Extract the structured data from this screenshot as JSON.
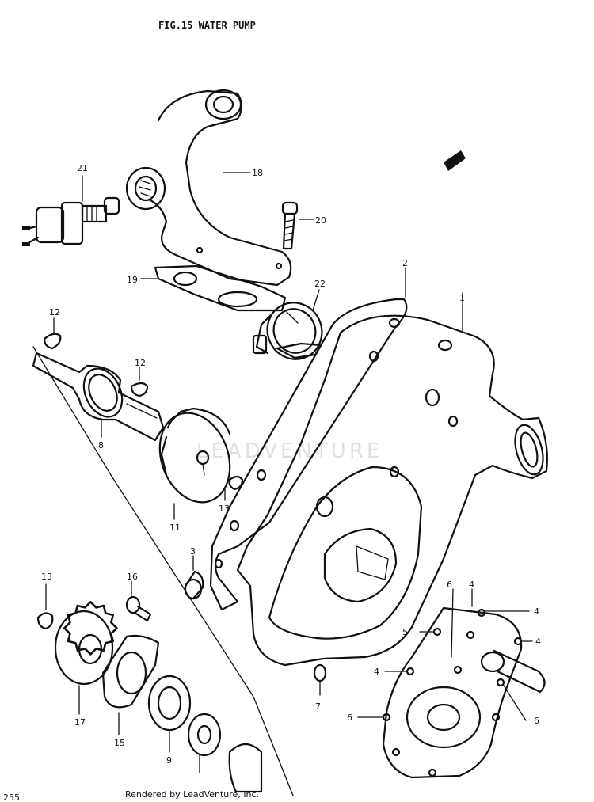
{
  "title": "FIG.15  WATER PUMP",
  "watermark": "LEADVENTURE",
  "footer": "Rendered by LeadVenture, Inc.",
  "page_ref": "255",
  "callouts": {
    "c1": "1",
    "c2": "2",
    "c3": "3",
    "c4a": "4",
    "c4b": "4",
    "c4c": "4",
    "c4d": "4",
    "c5": "5",
    "c6a": "6",
    "c6b": "6",
    "c6c": "6",
    "c7": "7",
    "c8": "8",
    "c9": "9",
    "c11": "11",
    "c12a": "12",
    "c12b": "12",
    "c13a": "13",
    "c13b": "13",
    "c15": "15",
    "c16": "16",
    "c17": "17",
    "c18": "18",
    "c19": "19",
    "c20": "20",
    "c21": "21",
    "c22": "22"
  }
}
